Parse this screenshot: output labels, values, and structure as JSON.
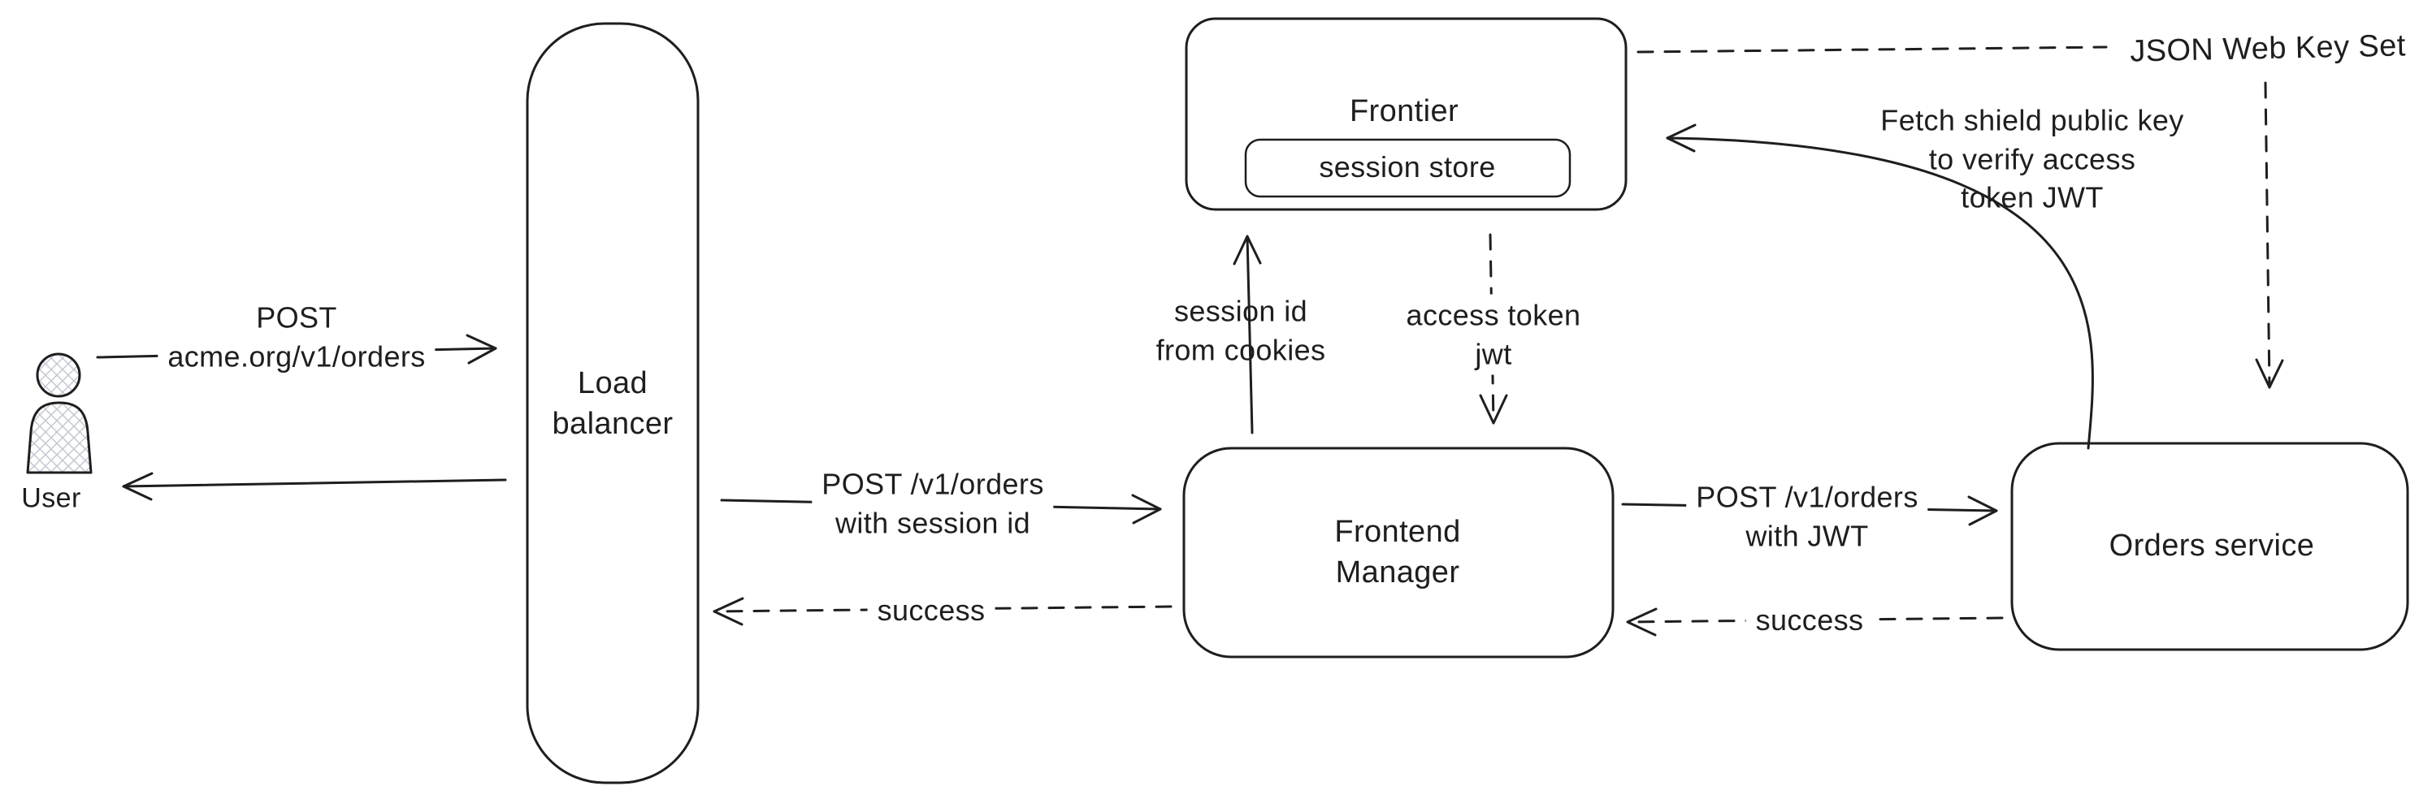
{
  "colors": {
    "stroke": "#1e1e1e",
    "background": "#ffffff",
    "hatch": "#c3c8d1"
  },
  "nodes": {
    "user": {
      "label": "User"
    },
    "load_balancer": {
      "line1": "Load",
      "line2": "balancer"
    },
    "frontier": {
      "title": "Frontier",
      "session_store": "session store"
    },
    "frontend_manager": {
      "line1": "Frontend",
      "line2": "Manager"
    },
    "orders_service": {
      "label": "Orders service"
    }
  },
  "edges": {
    "user_to_lb": {
      "line1": "POST",
      "line2": "acme.org/v1/orders"
    },
    "lb_to_fm": {
      "line1": "POST /v1/orders",
      "line2": "with session id"
    },
    "fm_to_lb": {
      "label": "success"
    },
    "fm_to_frontier": {
      "line1": "session id",
      "line2": "from cookies"
    },
    "frontier_to_fm": {
      "line1": "access token",
      "line2": "jwt"
    },
    "fm_to_orders": {
      "line1": "POST /v1/orders",
      "line2": "with JWT"
    },
    "orders_to_fm": {
      "label": "success"
    },
    "orders_to_frontier": {
      "line1": "Fetch shield public key",
      "line2": "to verify access",
      "line3": "token JWT"
    },
    "jwks": {
      "label": "JSON Web Key Set"
    }
  }
}
